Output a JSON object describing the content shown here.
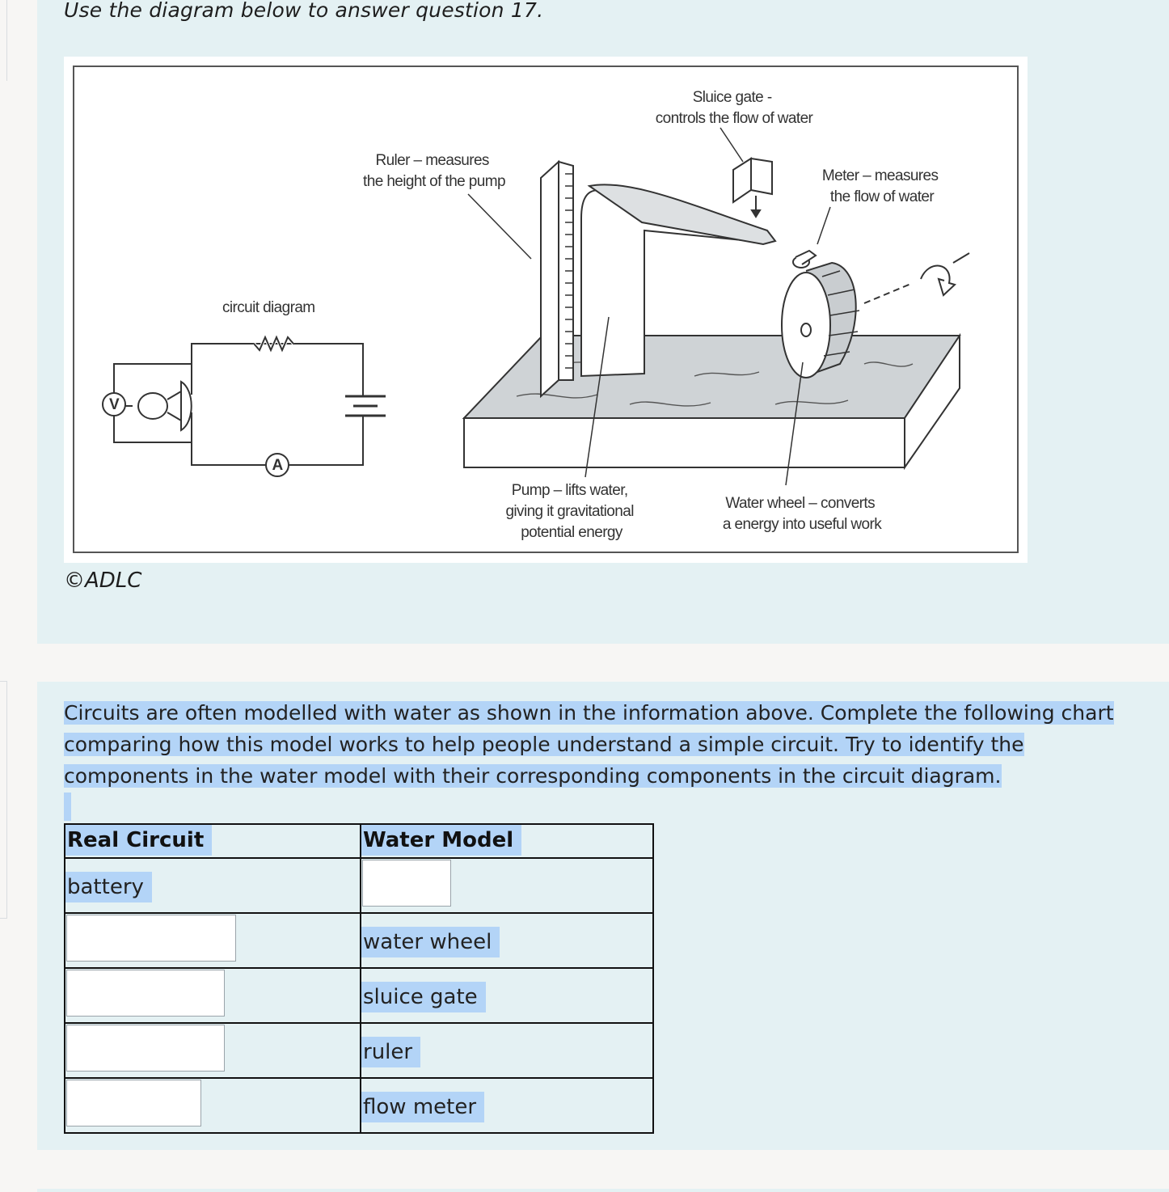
{
  "intro": "Use the diagram below to answer question 17.",
  "figure": {
    "sluice_label": [
      "Sluice gate -",
      "controls the flow of water"
    ],
    "ruler_label": [
      "Ruler – measures",
      "the height of the pump"
    ],
    "meter_label": [
      "Meter – measures",
      "the flow of water"
    ],
    "circuit_label": "circuit diagram",
    "voltmeter_symbol": "V",
    "ammeter_symbol": "A",
    "pump_label": [
      "Pump – lifts water,",
      "giving it gravitational",
      "potential energy"
    ],
    "wheel_label": [
      "Water wheel – converts",
      "a energy into useful work"
    ]
  },
  "credit": "©ADLC",
  "question": {
    "lines": [
      "Circuits are often modelled with water as shown in the information above. Complete the following chart",
      "comparing how this model works to help people understand a simple circuit. Try to identify the",
      "components in the water model with their corresponding components in the circuit diagram."
    ]
  },
  "table": {
    "headers": [
      "Real Circuit",
      "Water Model"
    ],
    "rows": [
      {
        "real": "battery",
        "water": ""
      },
      {
        "real": "",
        "water": "water wheel"
      },
      {
        "real": "",
        "water": "sluice gate"
      },
      {
        "real": "",
        "water": "ruler"
      },
      {
        "real": "",
        "water": "flow meter"
      }
    ]
  },
  "colors": {
    "panel": "#e4f1f3",
    "highlight": "#b3d4f7",
    "page": "#f7f6f4"
  }
}
